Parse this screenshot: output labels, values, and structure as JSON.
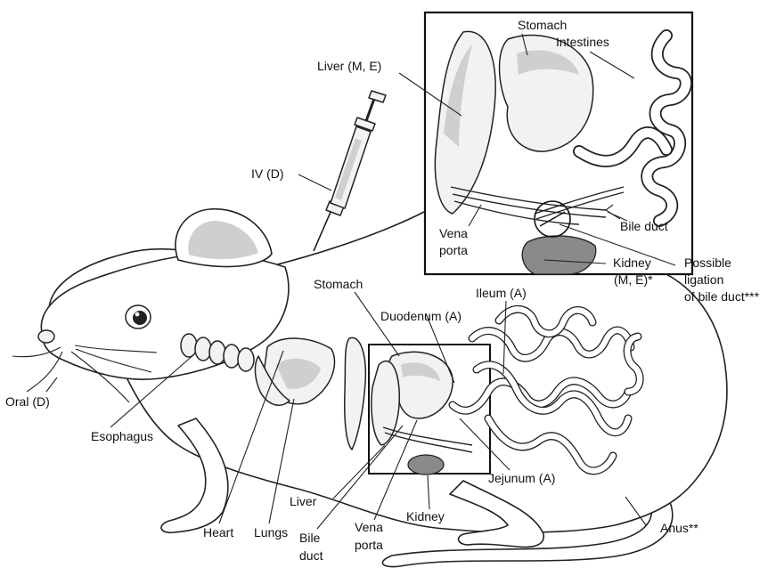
{
  "labels": {
    "stomach_inset": "Stomach",
    "intestines": "Intestines",
    "liver_me": "Liver (M, E)",
    "iv": "IV (D)",
    "bile_duct_inset": "Bile duct",
    "vena_porta_inset_1": "Vena",
    "vena_porta_inset_2": "porta",
    "kidney_me_1": "Kidney",
    "kidney_me_2": "(M, E)*",
    "ligation_1": "Possible",
    "ligation_2": "ligation",
    "ligation_3": "of bile duct***",
    "stomach": "Stomach",
    "ileum": "Ileum (A)",
    "duodenum": "Duodenum (A)",
    "oral": "Oral (D)",
    "esophagus": "Esophagus",
    "liver": "Liver",
    "jejunum": "Jejunum (A)",
    "anus": "Anus**",
    "vena_porta_1": "Vena",
    "vena_porta_2": "porta",
    "kidney": "Kidney",
    "heart": "Heart",
    "lungs": "Lungs",
    "bile_duct_1": "Bile",
    "bile_duct_2": "duct"
  },
  "colors": {
    "ink": "#222222",
    "organ_fill": "#f2f2f2",
    "shade": "#cfcfcf",
    "kidney_fill": "#8a8a8a"
  }
}
